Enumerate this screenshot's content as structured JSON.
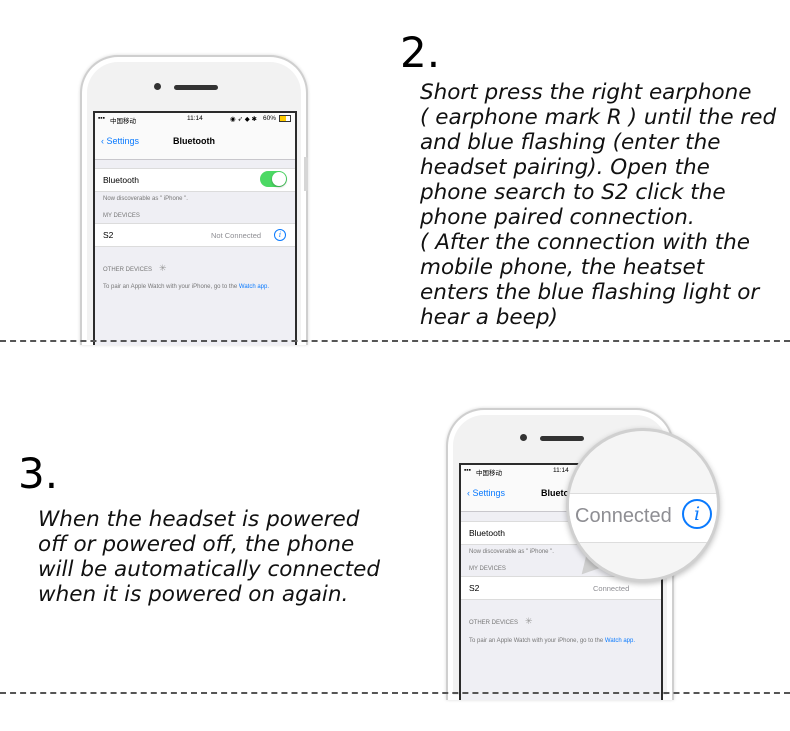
{
  "step2": {
    "number": "2.",
    "text": "Short press the right earphone\n( earphone mark R ) until the red\nand blue flashing (enter the\nheadset pairing). Open the\nphone search to S2 click the\nphone paired connection.\n( After the connection with the\nmobile phone, the heatset\nenters the blue flashing light or\nhear a beep)"
  },
  "step3": {
    "number": "3.",
    "text": "When the headset is powered\noff or powered off, the phone\nwill be automatically connected\nwhen it is powered on again."
  },
  "phone1": {
    "status": {
      "carrier": "中国移动",
      "time": "11:14",
      "battery": "60%"
    },
    "nav": {
      "back": "Settings",
      "title": "Bluetooth"
    },
    "bluetooth_label": "Bluetooth",
    "discoverable": "Now discoverable as \" iPhone \".",
    "my_devices_header": "MY DEVICES",
    "device_name": "S2",
    "device_status": "Not Connected",
    "other_devices_header": "OTHER DEVICES",
    "watch_note": "To pair an Apple Watch with your iPhone, go to the",
    "watch_link": "Watch app."
  },
  "phone2": {
    "status": {
      "carrier": "中国移动",
      "time": "11:14"
    },
    "nav": {
      "back": "Settings",
      "title": "Bluetooth"
    },
    "bluetooth_label": "Bluetooth",
    "discoverable": "Now discoverable as \" iPhone \".",
    "my_devices_header": "MY DEVICES",
    "device_name": "S2",
    "device_status": "Connected",
    "other_devices_header": "OTHER DEVICES",
    "watch_note": "To pair an Apple Watch with your iPhone, go to the",
    "watch_link": "Watch app."
  },
  "magnifier": {
    "status_text": "Connected"
  },
  "icons": [
    "info-icon",
    "toggle-switch",
    "spinner-icon",
    "back-chevron-icon"
  ],
  "colors": {
    "ios_blue": "#0a7afe",
    "toggle_green": "#4cd964",
    "dash": "#555555"
  }
}
